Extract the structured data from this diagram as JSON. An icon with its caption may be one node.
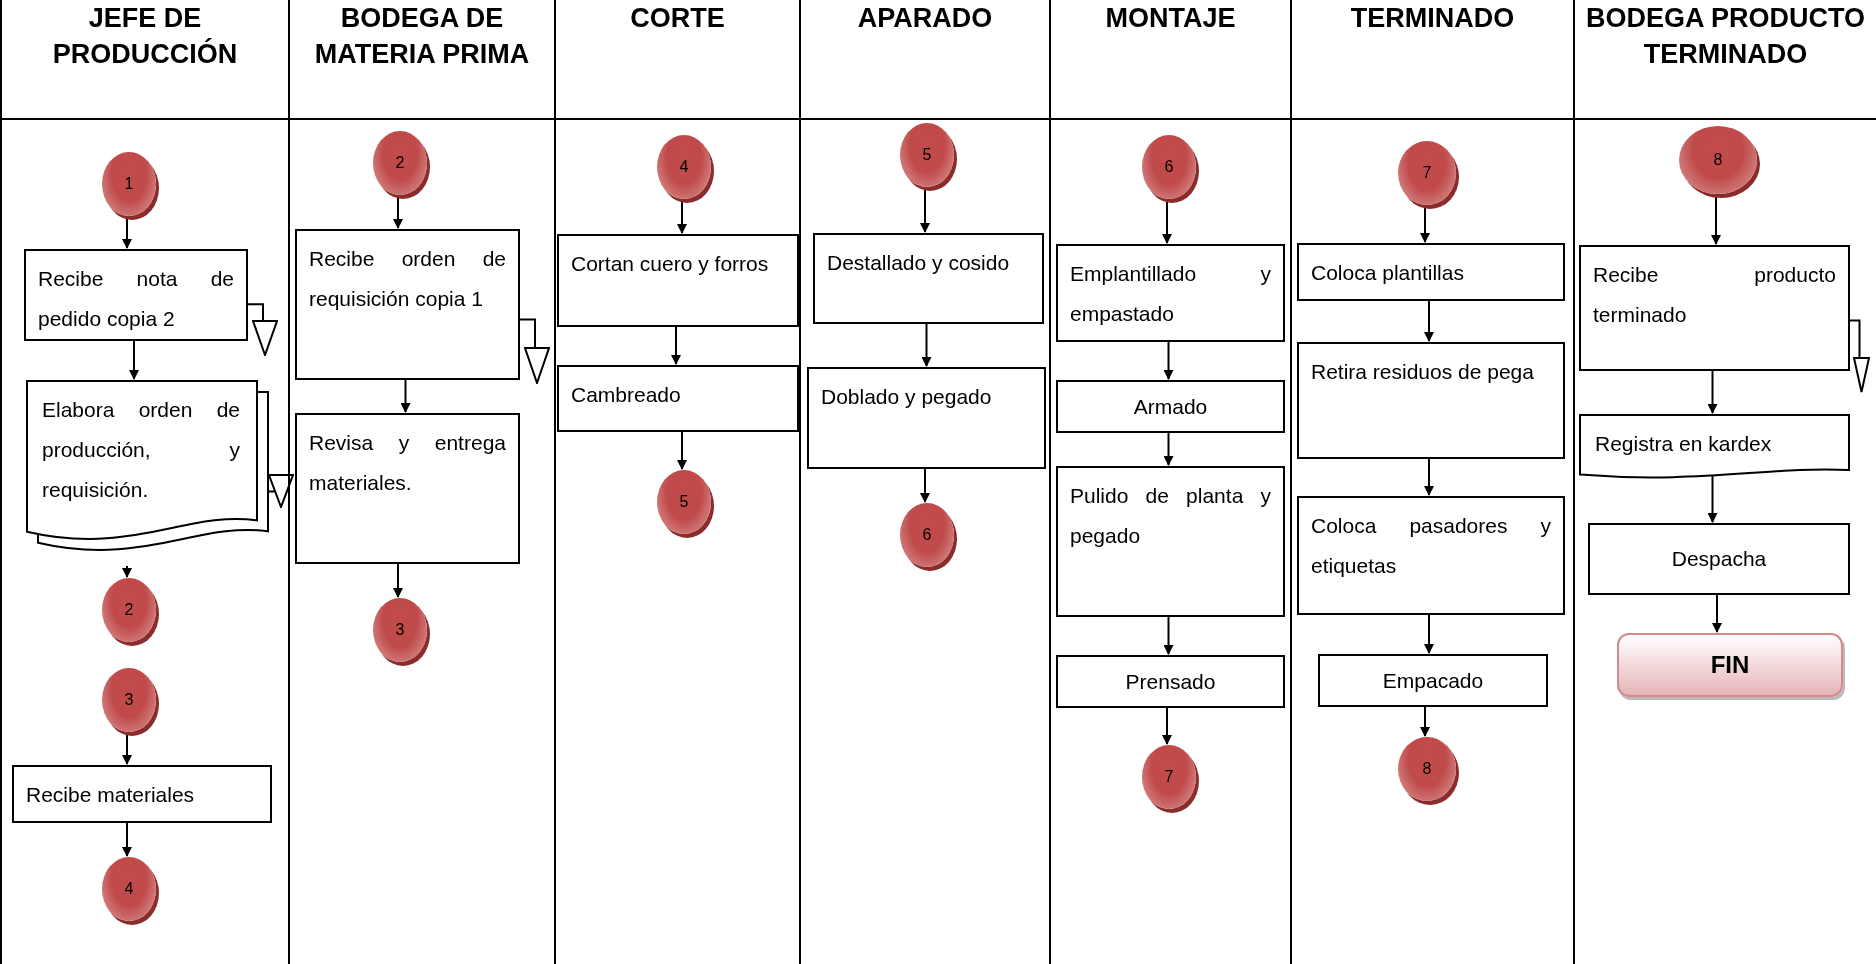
{
  "diagram": {
    "nodes": [
      {
        "text": [
          "JEFE DE PRODUCCIÓN"
        ]
      },
      {
        "text": [
          "1"
        ],
        "in": 0
      },
      {
        "text": [
          "Recibe nota de pedido copia 2"
        ],
        "in": 0
      },
      {
        "text": [],
        "shape": "triangle",
        "in": 0
      },
      {
        "text": [
          "Elabora orden de producción, y requisición."
        ],
        "in": 0
      },
      {
        "text": [],
        "shape": "triangle",
        "in": 0
      },
      {
        "text": [
          "2"
        ],
        "in": 0
      },
      {
        "text": [
          "3"
        ],
        "in": 0
      },
      {
        "text": [
          "Recibe materiales"
        ],
        "in": 0
      },
      {
        "text": [
          "4"
        ],
        "in": 0
      },
      {
        "text": [
          "BODEGA DE MATERIA PRIMA"
        ]
      },
      {
        "text": [
          "2"
        ],
        "in": 10
      },
      {
        "text": [
          "Recibe orden de requisición copia 1"
        ],
        "in": 10
      },
      {
        "text": [],
        "shape": "triangle",
        "in": 10
      },
      {
        "text": [
          "Revisa y entrega materiales."
        ],
        "in": 10
      },
      {
        "text": [
          "3"
        ],
        "in": 10
      },
      {
        "text": [
          "CORTE"
        ]
      },
      {
        "text": [
          "4"
        ],
        "in": 16
      },
      {
        "text": [
          "Cortan cuero y forros"
        ],
        "in": 16
      },
      {
        "text": [
          "Cambreado"
        ],
        "in": 16
      },
      {
        "text": [
          "5"
        ],
        "in": 16
      },
      {
        "text": [
          "APARADO"
        ]
      },
      {
        "text": [
          "5"
        ],
        "in": 21
      },
      {
        "text": [
          "Destallado y cosido"
        ],
        "in": 21
      },
      {
        "text": [
          "Doblado y pegado"
        ],
        "in": 21
      },
      {
        "text": [
          "6"
        ],
        "in": 21
      },
      {
        "text": [
          "MONTAJE"
        ]
      },
      {
        "text": [
          "6"
        ],
        "in": 26
      },
      {
        "text": [
          "Emplantillado y empastado"
        ],
        "in": 26
      },
      {
        "text": [
          "Armado"
        ],
        "in": 26
      },
      {
        "text": [
          "Pulido de planta y pegado"
        ],
        "in": 26
      },
      {
        "text": [
          "Prensado"
        ],
        "in": 26
      },
      {
        "text": [
          "7"
        ],
        "in": 26
      },
      {
        "text": [
          "TERMINADO"
        ]
      },
      {
        "text": [
          "7"
        ],
        "in": 33
      },
      {
        "text": [
          "Coloca plantillas"
        ],
        "in": 33
      },
      {
        "text": [
          "Retira residuos de pega"
        ],
        "in": 33
      },
      {
        "text": [
          "Coloca pasadores y etiquetas"
        ],
        "in": 33
      },
      {
        "text": [
          "Empacado"
        ],
        "in": 33
      },
      {
        "text": [
          "8"
        ],
        "in": 33
      },
      {
        "text": [
          "BODEGA PRODUCTO TERMINADO"
        ]
      },
      {
        "text": [
          "8"
        ],
        "in": 40
      },
      {
        "text": [
          "Recibe producto terminado"
        ],
        "in": 40
      },
      {
        "text": [],
        "shape": "triangle",
        "in": 40
      },
      {
        "text": [
          "Registra en kardex"
        ],
        "in": 40
      },
      {
        "text": [
          "Despacha"
        ],
        "in": 40
      },
      {
        "text": [
          "FIN"
        ],
        "in": 40
      }
    ],
    "edges": [
      {
        "from": 1,
        "to": 2,
        "arrow": "to"
      },
      {
        "from": 2,
        "to": 3,
        "arrow": "none"
      },
      {
        "from": 2,
        "to": 4,
        "arrow": "to"
      },
      {
        "from": 4,
        "to": 5,
        "arrow": "none"
      },
      {
        "from": 4,
        "to": 6,
        "arrow": "to"
      },
      {
        "from": 7,
        "to": 8,
        "arrow": "to"
      },
      {
        "from": 8,
        "to": 9,
        "arrow": "to"
      },
      {
        "from": 11,
        "to": 12,
        "arrow": "to"
      },
      {
        "from": 12,
        "to": 13,
        "arrow": "none"
      },
      {
        "from": 12,
        "to": 14,
        "arrow": "to"
      },
      {
        "from": 14,
        "to": 15,
        "arrow": "to"
      },
      {
        "from": 17,
        "to": 18,
        "arrow": "to"
      },
      {
        "from": 18,
        "to": 19,
        "arrow": "to"
      },
      {
        "from": 19,
        "to": 20,
        "arrow": "to"
      },
      {
        "from": 22,
        "to": 23,
        "arrow": "to"
      },
      {
        "from": 23,
        "to": 24,
        "arrow": "to"
      },
      {
        "from": 24,
        "to": 25,
        "arrow": "to"
      },
      {
        "from": 27,
        "to": 28,
        "arrow": "to"
      },
      {
        "from": 28,
        "to": 29,
        "arrow": "to"
      },
      {
        "from": 29,
        "to": 30,
        "arrow": "to"
      },
      {
        "from": 30,
        "to": 31,
        "arrow": "to"
      },
      {
        "from": 31,
        "to": 32,
        "arrow": "to"
      },
      {
        "from": 34,
        "to": 35,
        "arrow": "to"
      },
      {
        "from": 35,
        "to": 36,
        "arrow": "to"
      },
      {
        "from": 36,
        "to": 37,
        "arrow": "to"
      },
      {
        "from": 37,
        "to": 38,
        "arrow": "to"
      },
      {
        "from": 38,
        "to": 39,
        "arrow": "to"
      },
      {
        "from": 41,
        "to": 42,
        "arrow": "to"
      },
      {
        "from": 42,
        "to": 43,
        "arrow": "none"
      },
      {
        "from": 42,
        "to": 44,
        "arrow": "to"
      },
      {
        "from": 44,
        "to": 45,
        "arrow": "to"
      },
      {
        "from": 45,
        "to": 46,
        "arrow": "to"
      }
    ]
  }
}
